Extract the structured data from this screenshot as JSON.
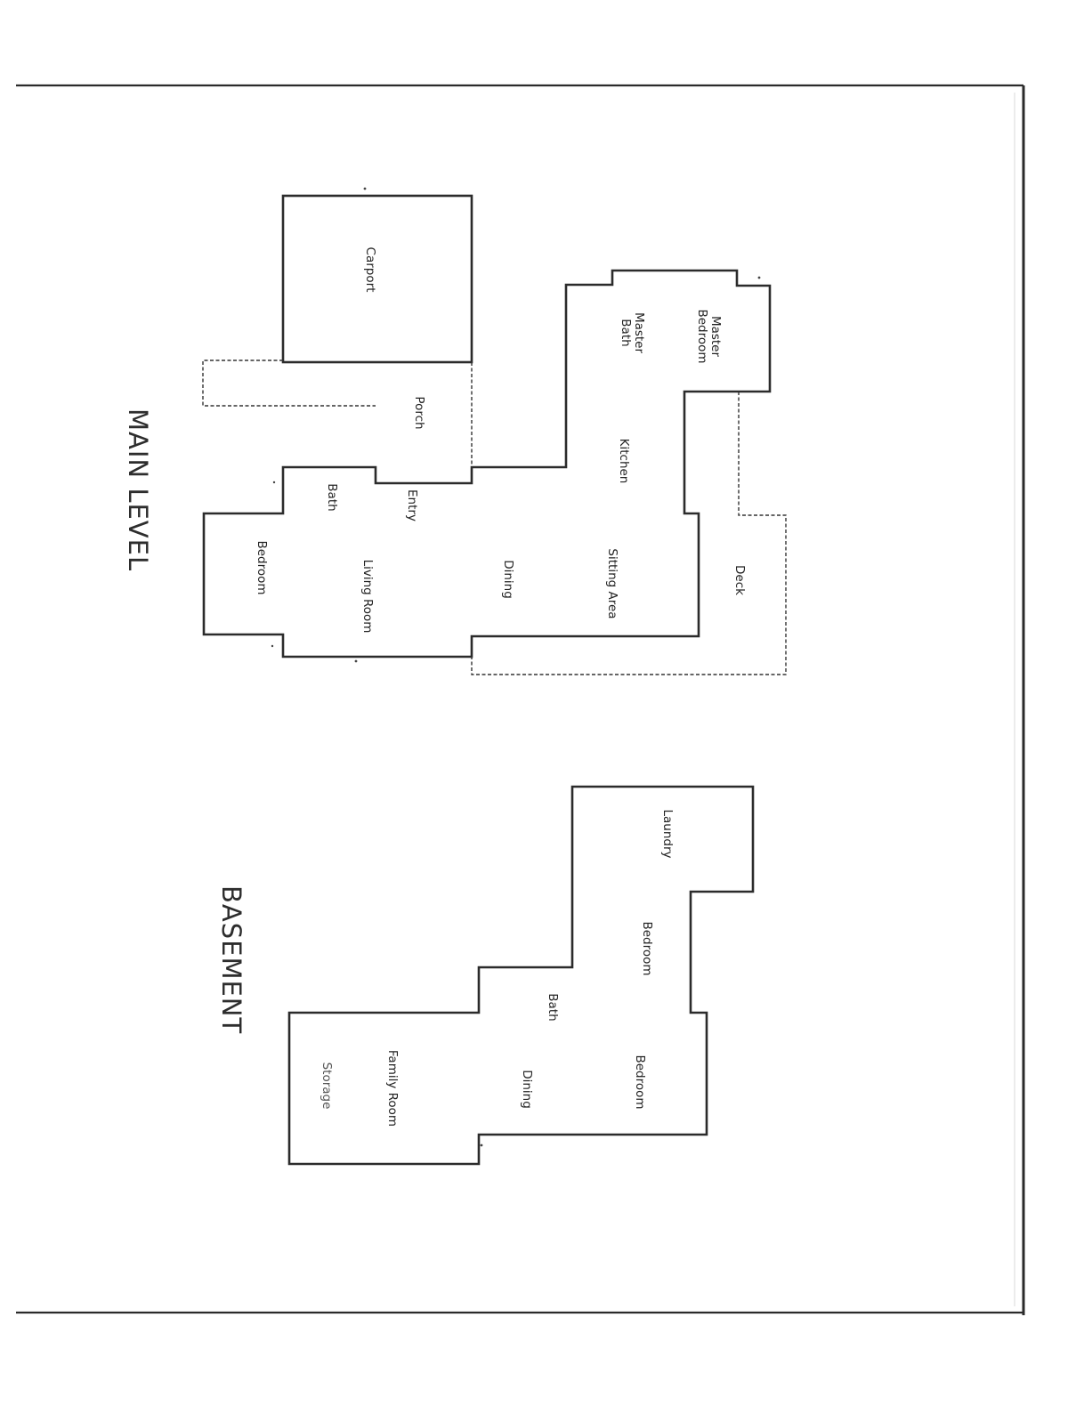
{
  "main_level": {
    "title": "MAIN LEVEL",
    "rooms": {
      "carport": "Carport",
      "porch": "Porch",
      "master_bedroom": "Master Bedroom",
      "master_bath": "Master Bath",
      "kitchen": "Kitchen",
      "entry": "Entry",
      "bath": "Bath",
      "bedroom": "Bedroom",
      "living_room": "Living Room",
      "dining": "Dining",
      "sitting_area": "Sitting Area",
      "deck": "Deck"
    }
  },
  "basement": {
    "title": "BASEMENT",
    "rooms": {
      "laundry": "Laundry",
      "bedroom_1": "Bedroom",
      "bath": "Bath",
      "bedroom_2": "Bedroom",
      "dining": "Dining",
      "family_room": "Family Room",
      "storage": "Storage"
    }
  },
  "colors": {
    "wall": "#2b2b2b",
    "text": "#222222",
    "background": "#ffffff"
  }
}
